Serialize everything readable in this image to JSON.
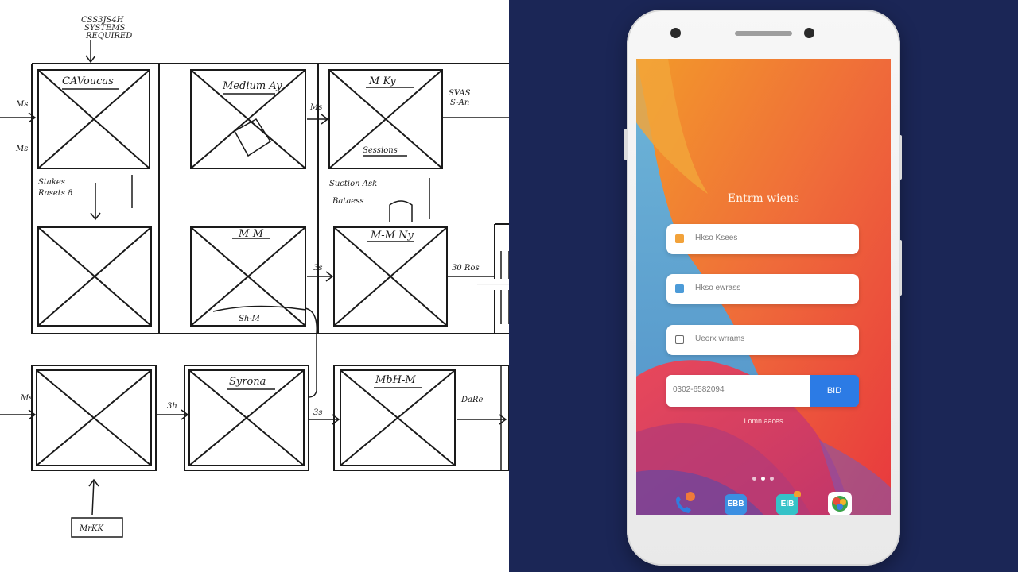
{
  "sketch": {
    "top_note": "CSS3JS4H",
    "top_note_line2": "SYSTEMS",
    "top_note_line3": "REQUIRED",
    "frames": [
      {
        "label": "CAVoucas"
      },
      {
        "label": "Medium Ay"
      },
      {
        "label": "M Ky"
      },
      {
        "label": "",
        "caption": "Sessions"
      },
      {
        "label": "M-M"
      },
      {
        "label": "M-M Ny",
        "caption": ""
      },
      {
        "label": ""
      },
      {
        "label": "Syrona"
      },
      {
        "label": "MbH-M"
      }
    ],
    "captions": {
      "mid_left": "Stakes",
      "mid_left2": "Rasets 8",
      "mid_center": "Suction Ask",
      "mid_center2": "Bataess",
      "right_top": "SVAS",
      "right_top2": "S-An",
      "right_mid": "30 Ros",
      "bottom_right": "DaRe",
      "frame6_caption": "Sh-M",
      "bottom_box": "MrKK"
    },
    "arrow_labels": [
      "Ms",
      "Ms",
      "Ms",
      "3s",
      "3h",
      "Ms",
      "3s"
    ]
  },
  "phone": {
    "login_title": "Entrm wiens",
    "fields": [
      {
        "placeholder": "Hkso Ksees",
        "icon": "user-icon",
        "color": "#f2a23a"
      },
      {
        "placeholder": "Hkso ewrass",
        "icon": "mail-icon",
        "color": "#4c9bd8"
      },
      {
        "placeholder": "Ueorx wrrams",
        "icon": "lock-icon",
        "color": "#6a6a6a"
      }
    ],
    "otp_placeholder": "0302-6582094",
    "otp_button": "BID",
    "link_text": "Lomn aaces",
    "dock": [
      {
        "icon": "phone-icon"
      },
      {
        "icon": "messages-icon",
        "label": "EBB"
      },
      {
        "icon": "chat-icon",
        "label": "EIB"
      },
      {
        "icon": "photos-icon"
      }
    ]
  },
  "colors": {
    "background_right": "#1b2656",
    "accent": "#2c7be5"
  }
}
